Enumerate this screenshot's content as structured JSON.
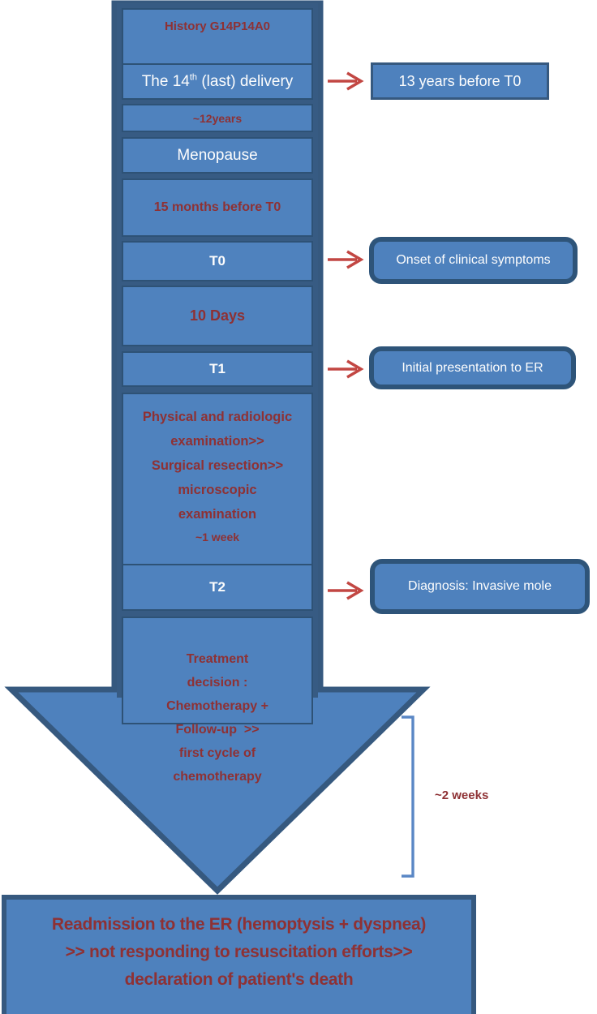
{
  "colors": {
    "fill_blue": "#4E81BD",
    "dark_blue_border": "#36597F",
    "inner_box_border": "#2E5276",
    "dark_red_text": "#8E3134",
    "arrow_red": "#C24743",
    "bracket_blue": "#5A87C5",
    "white_text": "#FDFDFD"
  },
  "timeline": {
    "history": "History G14P14A0",
    "delivery": {
      "prefix": "The 14",
      "sup": "th",
      "suffix": " (last) delivery"
    },
    "interval_after_delivery": "~12years",
    "menopause": "Menopause",
    "interval_before_t0": "15 months before T0",
    "t0": "T0",
    "interval_t0_t1": "10 Days",
    "t1": "T1",
    "procedure_lines": [
      "Physical and radiologic",
      "examination>>",
      "Surgical resection>>",
      "microscopic",
      "examination"
    ],
    "procedure_duration": "~1 week",
    "t2": "T2",
    "treatment_lines": [
      "Treatment",
      "decision :",
      "Chemotherapy +",
      "Follow-up  >>",
      "first cycle of",
      "chemotherapy"
    ]
  },
  "callouts": {
    "delivery": "13 years before T0",
    "t0": "Onset of clinical symptoms",
    "t1": "Initial presentation to ER",
    "t2": "Diagnosis: Invasive mole"
  },
  "bracket_label": "~2 weeks",
  "outcome_lines": [
    "Readmission to the ER (hemoptysis + dyspnea)",
    ">> not responding to resuscitation efforts>>",
    "declaration of patient's death"
  ]
}
